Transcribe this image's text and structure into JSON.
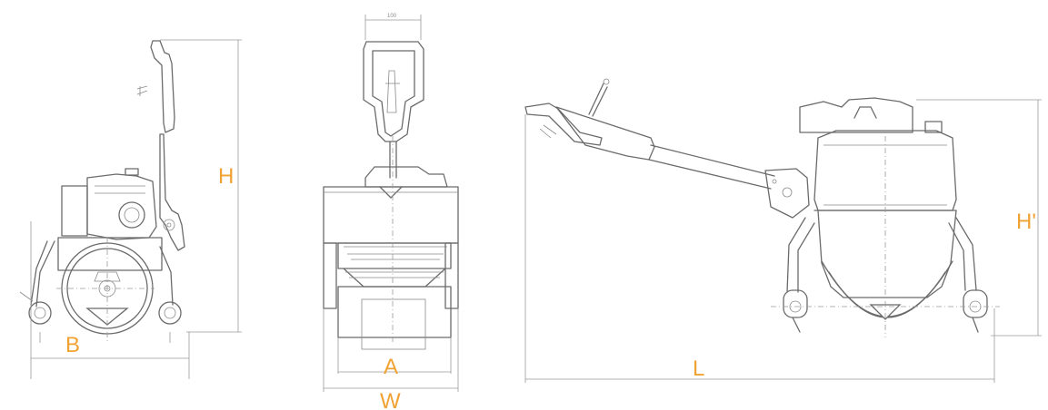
{
  "accent_color": "#f0a232",
  "labels": {
    "height": "H",
    "wheelbase": "B",
    "drum_width": "A",
    "overall_width": "W",
    "length": "L",
    "height_folded": "H'"
  },
  "icons": [
    "side-view-drawing",
    "front-view-drawing",
    "side-view-extended-drawing"
  ]
}
